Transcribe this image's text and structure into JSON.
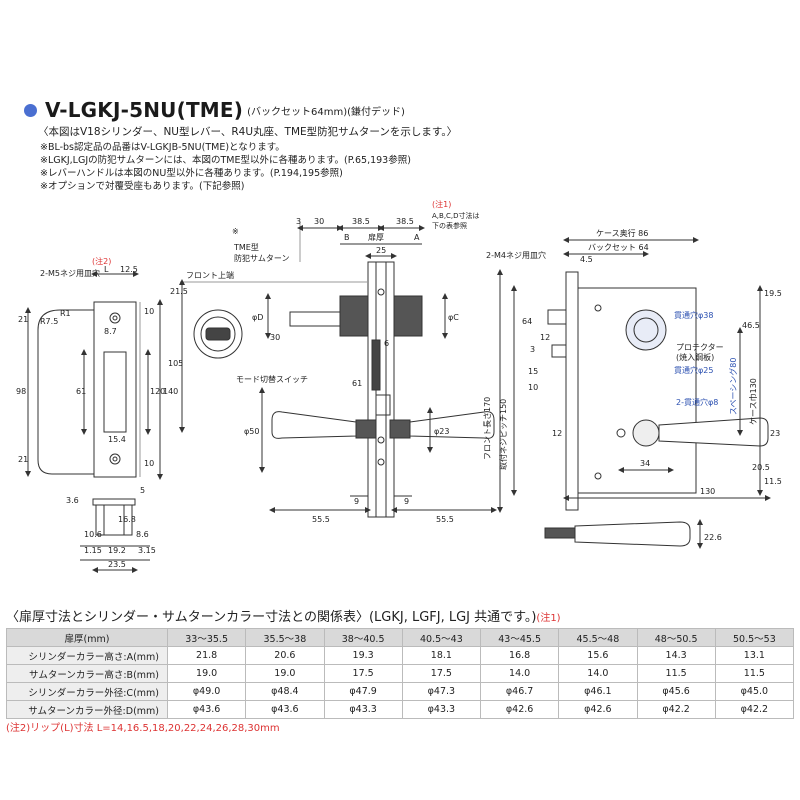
{
  "header": {
    "model": "V-LGKJ-5NU(TME)",
    "model_sub": "(バックセット64mm)(鎌付デッド)",
    "lead": "〈本図はV18シリンダー、NU型レバー、R4U丸座、TME型防犯サムターンを示します。〉"
  },
  "notes": [
    "※BL-bs認定品の品番はV-LGKJB-5NU(TME)となります。",
    "※LGKJ,LGJの防犯サムターンには、本図のTME型以外に各種あります。(P.65,193参照)",
    "※レバーハンドルは本図のNU型以外に各種あります。(P.194,195参照)",
    "※オプションで対覆受座もあります。(下記参照)"
  ],
  "drawing": {
    "strike": {
      "screw_label": "2-M5ネジ用皿穴",
      "note_ref": "(注2)",
      "dims": [
        "L",
        "12.5",
        "R7.5",
        "R1",
        "8.7",
        "21",
        "98",
        "61",
        "120",
        "140",
        "10",
        "15.4",
        "21",
        "10"
      ],
      "bottom_dims": [
        "3.6",
        "5",
        "10.6",
        "8.6",
        "1.15",
        "19.2",
        "3.15",
        "23.5",
        "16.8"
      ]
    },
    "center": {
      "tme_note": "※",
      "tme_label1": "TME型",
      "tme_label2": "防犯サムターン",
      "front_label": "フロント上端",
      "mode_label": "モード切替スイッチ",
      "note_ref": "(注1)",
      "note_text1": "A,B,C,D寸法は",
      "note_text2": "下の表参照",
      "dims": [
        "3",
        "30",
        "38.5",
        "38.5",
        "B",
        "扉厚",
        "A",
        "25",
        "21.5",
        "105",
        "30",
        "61",
        "φD",
        "φC",
        "φ50",
        "φ23",
        "9",
        "9",
        "55.5",
        "55.5",
        "6"
      ]
    },
    "side": {
      "screw_label": "2-M4ネジ用皿穴",
      "case_depth": "ケース奥行 86",
      "backset": "バックセット 64",
      "front_length": "フロント長さ170",
      "mount_pitch": "取付ネジピッチ150",
      "protector_label1": "プロテクター",
      "protector_label2": "(焼入鋼板)",
      "hole38": "貫通穴φ38",
      "hole25": "貫通穴φ25",
      "hole8": "2-貫通穴φ8",
      "spacing": "スペーシング80",
      "case_width": "ケース巾130",
      "dims": [
        "4.5",
        "19.5",
        "46.5",
        "64",
        "15",
        "10",
        "12",
        "3",
        "12",
        "34",
        "20.5",
        "11.5",
        "23",
        "130",
        "22.6"
      ]
    }
  },
  "table": {
    "title": "〈扉厚寸法とシリンダー・サムターンカラー寸法との関係表〉(LGKJ, LGFJ, LGJ 共通です。)",
    "title_note": "(注1)",
    "columns": [
      "扉厚(mm)",
      "33〜35.5",
      "35.5〜38",
      "38〜40.5",
      "40.5〜43",
      "43〜45.5",
      "45.5〜48",
      "48〜50.5",
      "50.5〜53"
    ],
    "rows": [
      {
        "label": "シリンダーカラー高さ:A(mm)",
        "values": [
          "21.8",
          "20.6",
          "19.3",
          "18.1",
          "16.8",
          "15.6",
          "14.3",
          "13.1"
        ]
      },
      {
        "label": "サムターンカラー高さ:B(mm)",
        "values": [
          "19.0",
          "19.0",
          "17.5",
          "17.5",
          "14.0",
          "14.0",
          "11.5",
          "11.5"
        ]
      },
      {
        "label": "シリンダーカラー外径:C(mm)",
        "values": [
          "φ49.0",
          "φ48.4",
          "φ47.9",
          "φ47.3",
          "φ46.7",
          "φ46.1",
          "φ45.6",
          "φ45.0"
        ]
      },
      {
        "label": "サムターンカラー外径:D(mm)",
        "values": [
          "φ43.6",
          "φ43.6",
          "φ43.3",
          "φ43.3",
          "φ42.6",
          "φ42.6",
          "φ42.2",
          "φ42.2"
        ]
      }
    ]
  },
  "footnote": "(注2)リップ(L)寸法 L=14,16.5,18,20,22,24,26,28,30mm",
  "colors": {
    "accent_dot": "#4a6fd1",
    "note_red": "#d33",
    "line": "#333",
    "fill_part": "#555"
  }
}
